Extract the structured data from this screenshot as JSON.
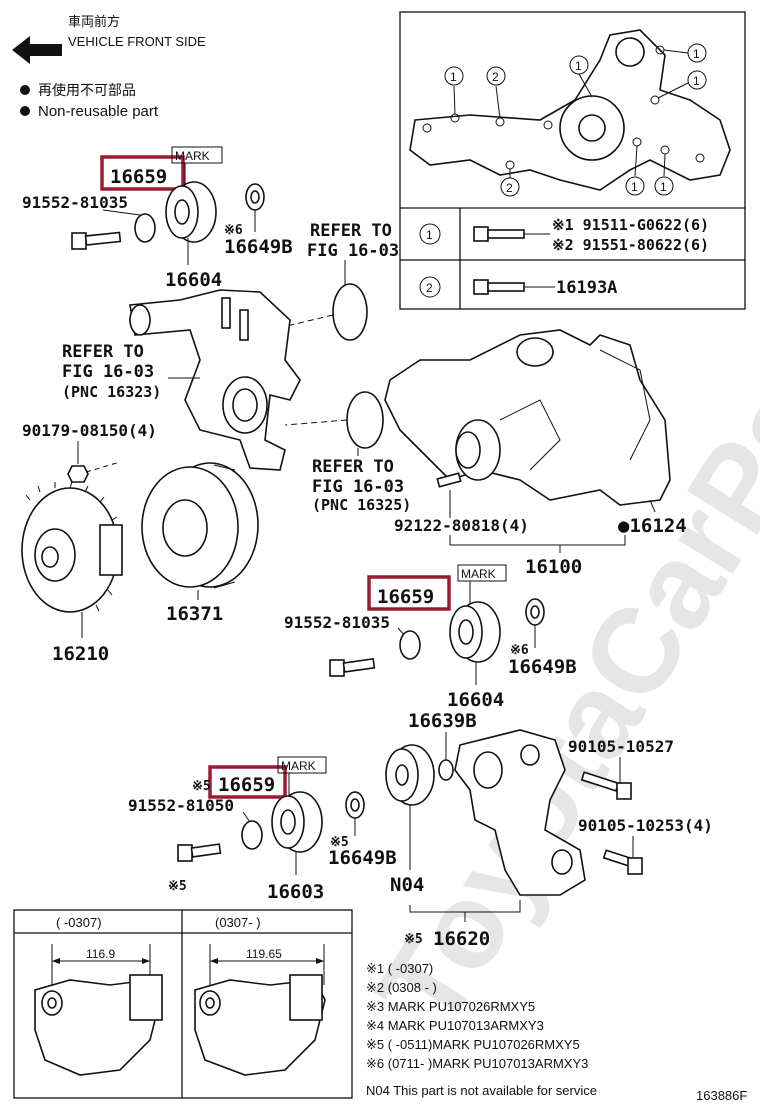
{
  "header": {
    "front_jp": "車両前方",
    "front_en": "VEHICLE FRONT SIDE",
    "nonreuse_jp": "再使用不可部品",
    "nonreuse_en": "Non-reusable part"
  },
  "callouts": {
    "pn16659_top": "16659",
    "pn16659_mid": "16659",
    "pn16659_bot": "16659",
    "mark_top": "MARK",
    "mark_mid": "MARK",
    "mark_bot": "MARK",
    "bolt_91552_81035_top": "91552-81035",
    "bolt_91552_81035_mid": "91552-81035",
    "bolt_91552_81050": "91552-81050",
    "pulley_16604_top": "16604",
    "pulley_16604_mid": "16604",
    "pulley_16603": "16603",
    "cap_16649b_top": "16649B",
    "cap_16649b_mid": "16649B",
    "cap_16649b_bot": "16649B",
    "sym6_top": "※6",
    "sym6_mid": "※6",
    "sym5_bot": "※5",
    "sym5_pn16659": "※5",
    "refer_to_top": "REFER TO",
    "fig_16_03_top": "FIG 16-03",
    "refer_to_left": "REFER TO",
    "fig_16_03_left": "FIG 16-03",
    "pnc_16323": "(PNC 16323)",
    "refer_to_mid": "REFER TO",
    "fig_16_03_mid": "FIG 16-03",
    "pnc_16325": "(PNC 16325)",
    "nut_90179": "90179-08150(4)",
    "stud_92122": "92122-80818(4)",
    "gasket_16124": "●16124",
    "pump_16100": "16100",
    "fan_coupling_16210": "16210",
    "fan_pulley_16371": "16371",
    "pulley_16639b": "16639B",
    "bolt_90105_10527": "90105-10527",
    "bolt_90105_10253": "90105-10253(4)",
    "n04": "N04",
    "tensioner_16620": "16620",
    "sym5_16620": "※5"
  },
  "legend_table": {
    "row1_num": "1",
    "row1_line1": "※1 91511-G0622(6)",
    "row1_line2": "※2 91551-80622(6)",
    "row2_num": "2",
    "row2_part": "16193A"
  },
  "gasket_labels": [
    "1",
    "2",
    "1",
    "1",
    "1",
    "2",
    "1",
    "1"
  ],
  "inset": {
    "sym": "※5",
    "left_range": "(    -0307)",
    "right_range": "(0307-    )",
    "left_dim": "116.9",
    "right_dim": "119.65"
  },
  "notes": [
    "※1 (      -0307)",
    "※2 (0308 -      )",
    "※3 MARK PU107026RMXY5",
    "※4 MARK PU107013ARMXY3",
    "※5 (      -0511)MARK PU107026RMXY5",
    "※6 (0711-      )MARK PU107013ARMXY3"
  ],
  "footer": {
    "n04_note": "N04 This part is not available for service",
    "fig_code": "163886F"
  },
  "colors": {
    "highlight": "#9b1b35",
    "line": "#111111",
    "watermark": "#e6e6e6"
  }
}
